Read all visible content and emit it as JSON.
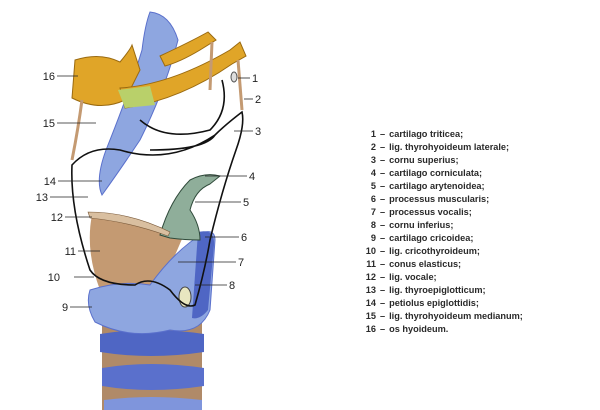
{
  "labels": [
    "1",
    "2",
    "3",
    "4",
    "5",
    "6",
    "7",
    "8",
    "9",
    "10",
    "11",
    "12",
    "13",
    "14",
    "15",
    "16"
  ],
  "legend": [
    {
      "num": "1",
      "term": "cartilago triticea;"
    },
    {
      "num": "2",
      "term": "lig. thyrohyoideum laterale;"
    },
    {
      "num": "3",
      "term": "cornu superius;"
    },
    {
      "num": "4",
      "term": "cartilago corniculata;"
    },
    {
      "num": "5",
      "term": "cartilago arytenoidea;"
    },
    {
      "num": "6",
      "term": "processus muscularis;"
    },
    {
      "num": "7",
      "term": "processus vocalis;"
    },
    {
      "num": "8",
      "term": "cornu inferius;"
    },
    {
      "num": "9",
      "term": "cartilago cricoidea;"
    },
    {
      "num": "10",
      "term": "lig. cricothyroideum;"
    },
    {
      "num": "11",
      "term": "conus elasticus;"
    },
    {
      "num": "12",
      "term": "lig. vocale;"
    },
    {
      "num": "13",
      "term": "lig. thyroepiglotticum;"
    },
    {
      "num": "14",
      "term": "petiolus epiglottidis;"
    },
    {
      "num": "15",
      "term": "lig. thyrohyoideum medianum;"
    },
    {
      "num": "16",
      "term": "os hyoideum."
    }
  ],
  "dash": "–",
  "colors": {
    "bone": "#e0a528",
    "cartilage": "#8ea6e0",
    "cartilage_dark": "#4f66c4",
    "ligament": "#c49a72",
    "outline": "#111111"
  }
}
